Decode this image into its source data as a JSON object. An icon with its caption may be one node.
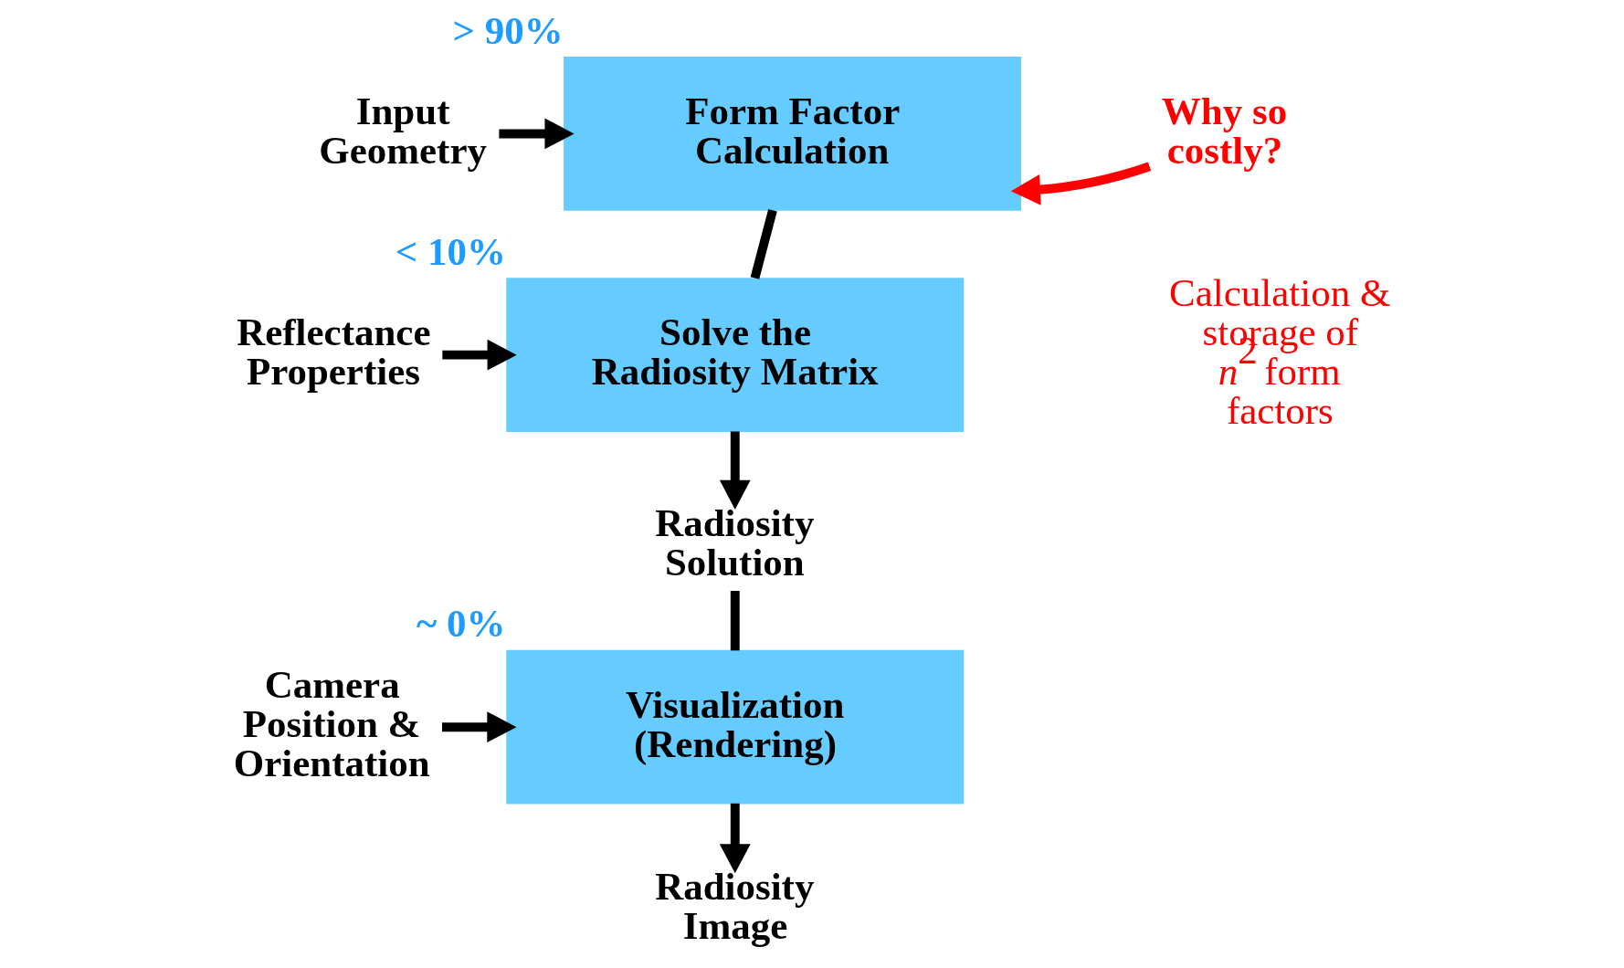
{
  "diagram": {
    "nodes": [
      {
        "text": [
          "Input Geometry"
        ]
      },
      {
        "text": [
          "Form Factor Calculation"
        ],
        "beside": [
          "> 90%"
        ]
      },
      {
        "text": [
          "Reflectance Properties"
        ]
      },
      {
        "text": [
          "Solve the Radiosity Matrix"
        ],
        "beside": [
          "< 10%"
        ]
      },
      {
        "text": [
          "Radiosity Solution"
        ]
      },
      {
        "text": [
          "Camera Position & Orientation"
        ]
      },
      {
        "text": [
          "Visualization (Rendering)"
        ],
        "beside": [
          "~ 0%"
        ]
      },
      {
        "text": [
          "Radiosity Image"
        ]
      },
      {
        "text": [
          "Why so costly?"
        ]
      }
    ],
    "edges": [
      {
        "from": 0,
        "to": 1,
        "arrow": "to"
      },
      {
        "from": 1,
        "to": 3,
        "arrow": "none"
      },
      {
        "from": 2,
        "to": 3,
        "arrow": "to"
      },
      {
        "from": 3,
        "to": 4,
        "arrow": "to"
      },
      {
        "from": 4,
        "to": 6,
        "arrow": "none"
      },
      {
        "from": 5,
        "to": 6,
        "arrow": "to"
      },
      {
        "from": 6,
        "to": 7,
        "arrow": "to"
      },
      {
        "from": 8,
        "to": 1,
        "arrow": "to",
        "color": "#ff0000"
      }
    ],
    "labels": [
      "Calculation & storage of *n*$^{2}$ form factors"
    ]
  }
}
